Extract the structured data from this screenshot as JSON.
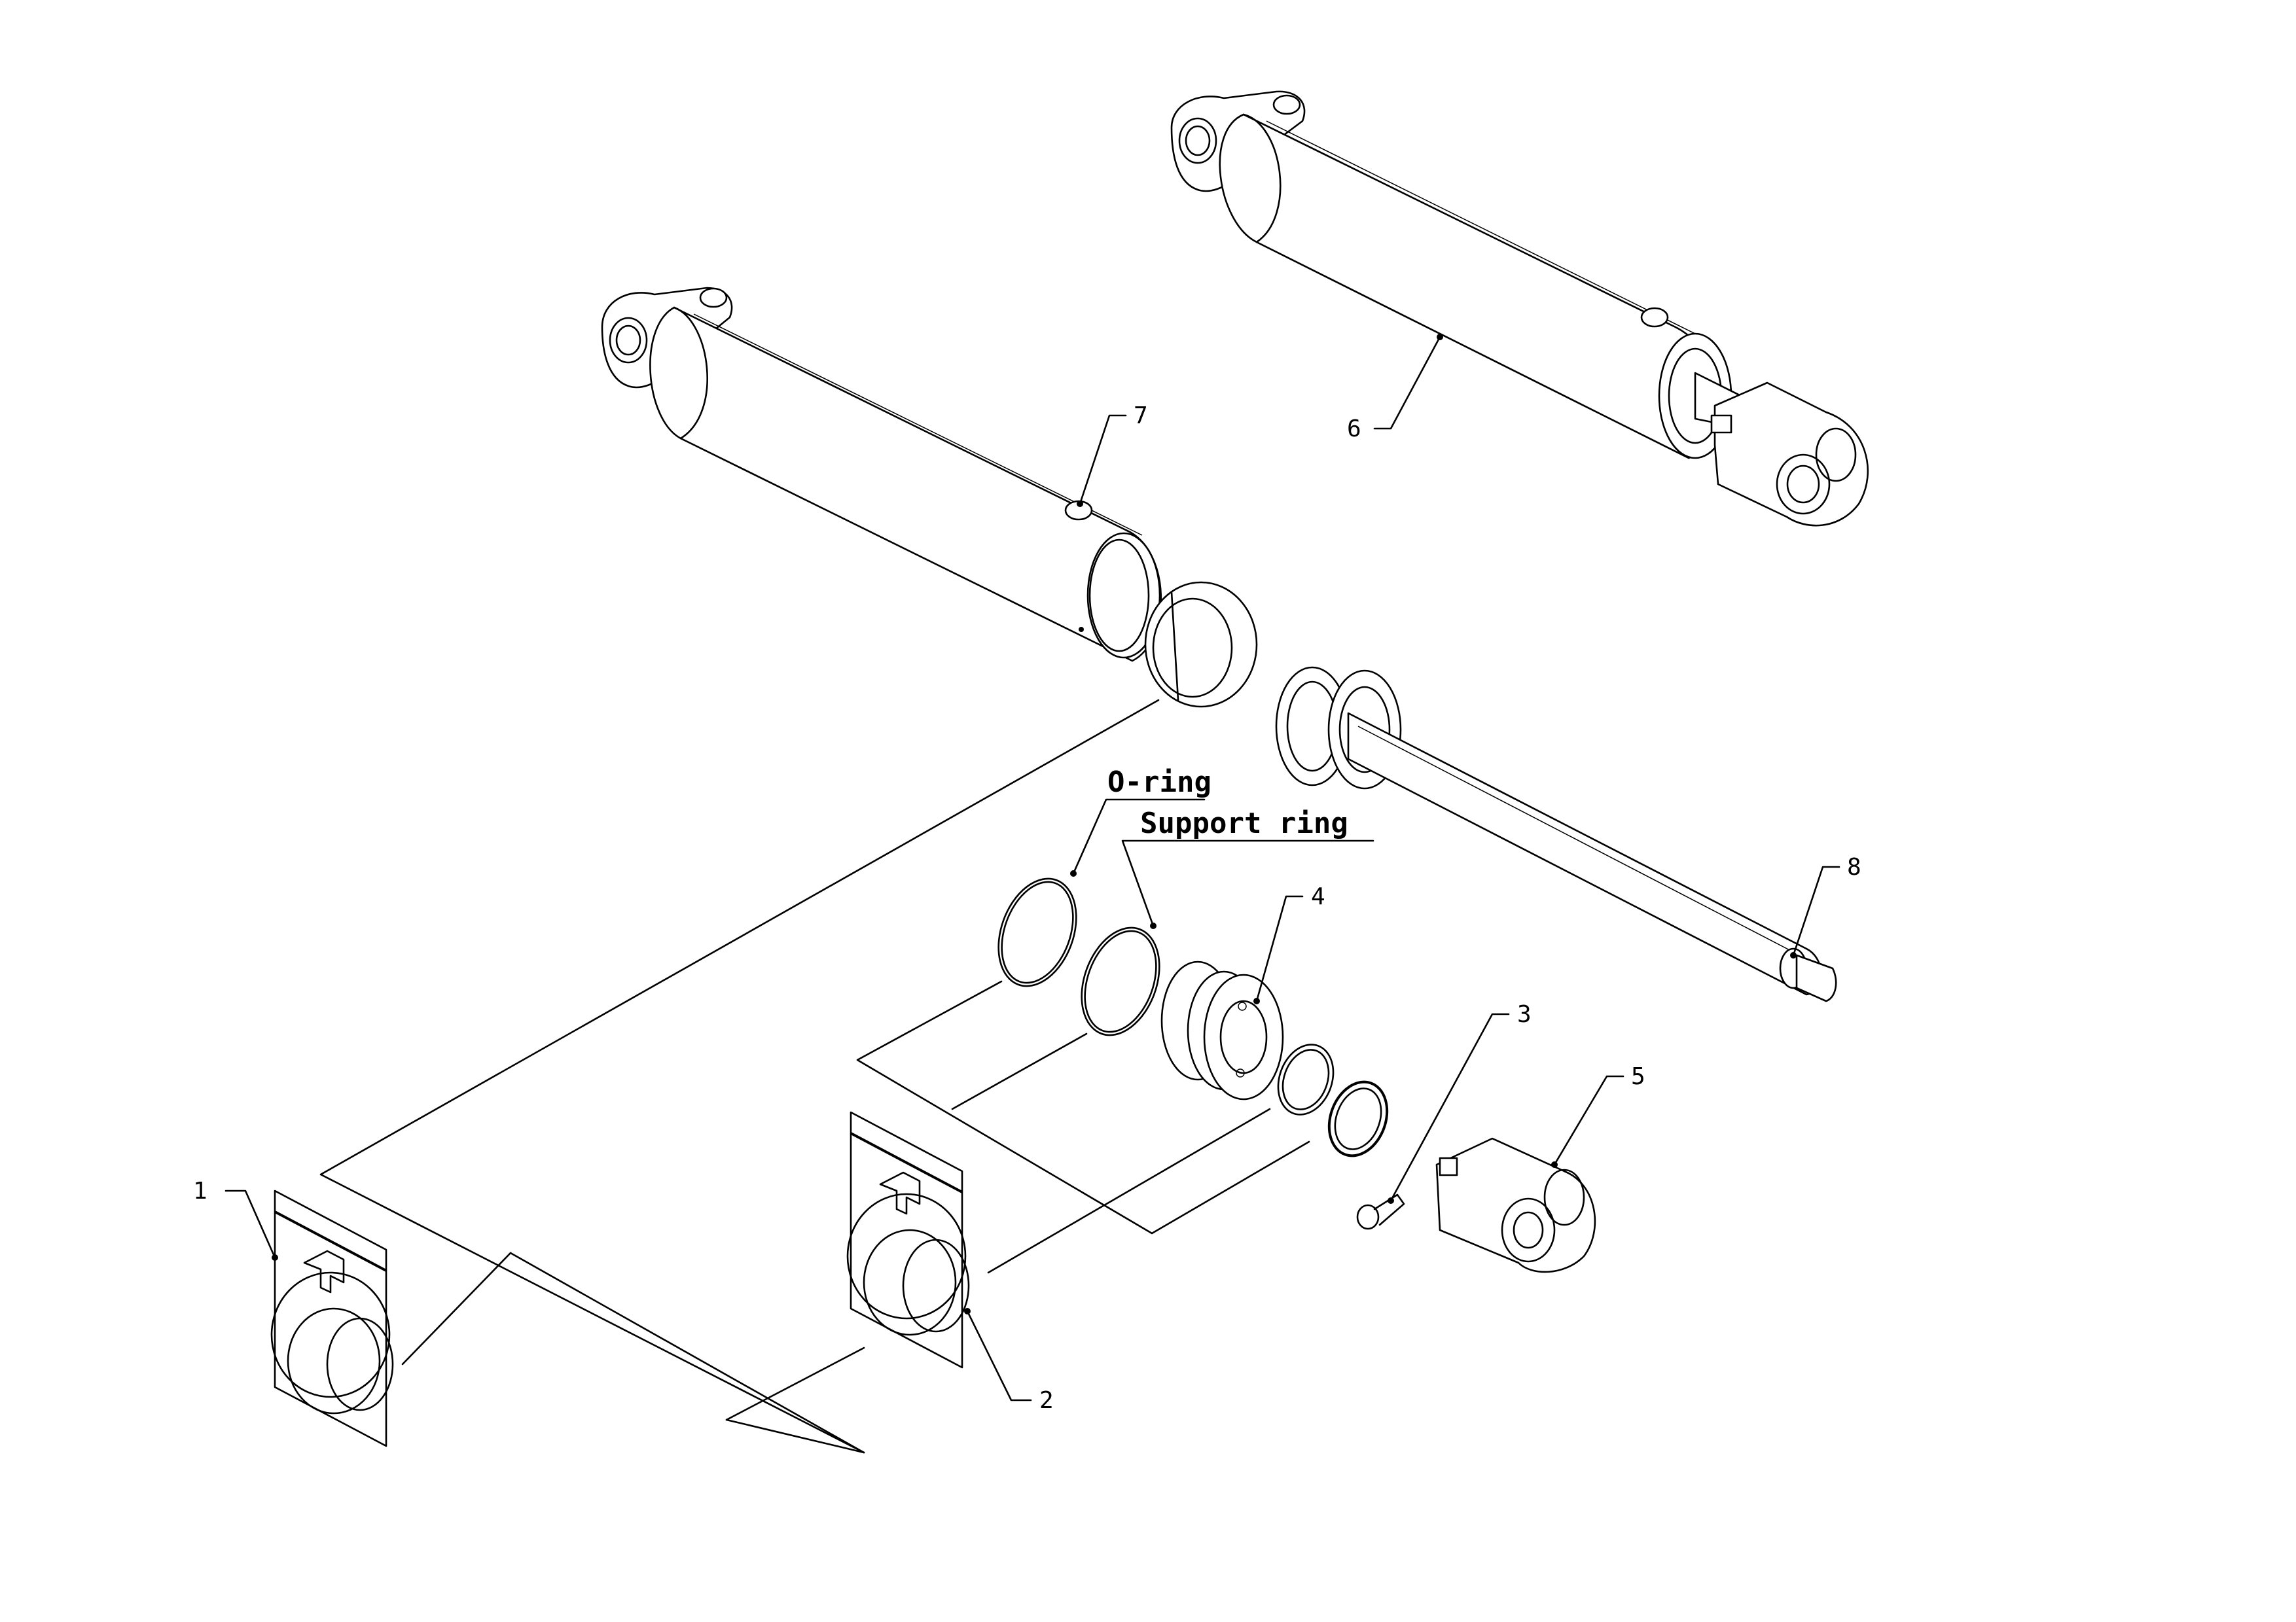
{
  "callouts": [
    {
      "number": "1"
    },
    {
      "number": "2"
    },
    {
      "number": "3"
    },
    {
      "number": "4"
    },
    {
      "number": "5"
    },
    {
      "number": "6"
    },
    {
      "number": "7"
    },
    {
      "number": "8"
    }
  ],
  "labels": {
    "o_ring": "O-ring",
    "support_ring": "Support ring"
  }
}
